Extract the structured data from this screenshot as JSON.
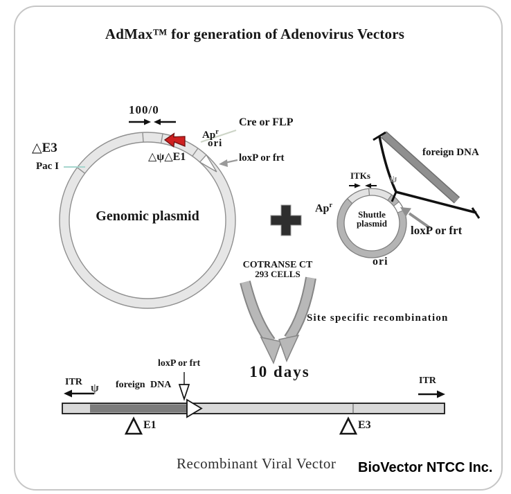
{
  "title": "AdMax™ for generation of Adenovirus Vectors",
  "genomic_plasmid": {
    "name": "Genomic plasmid",
    "map_position": "100/0",
    "recombinase_label": "Cre or FLP",
    "ap_base": "Ap",
    "ap_sup": "r",
    "ori": "ori",
    "deletions": "△ψ△E1",
    "loxp_label": "loxP or frt",
    "e3_deletion": "△E3",
    "restriction_site": "Pac I"
  },
  "shuttle_plasmid": {
    "name_line1": "Shuttle",
    "name_line2": "plasmid",
    "itks": "ITKs",
    "psi": "ψ",
    "ap_base": "Ap",
    "ap_sup": "r",
    "ori": "ori",
    "loxp_label": "loxP or frt",
    "foreign_dna_label": "foreign DNA"
  },
  "process": {
    "cotransfect_line1": "COTRANSE CT",
    "cotransfect_line2": "293 CELLS",
    "recombination": "Site specific recombination",
    "duration": "10 days"
  },
  "vector": {
    "itr_left": "ITR",
    "psi": "ψ",
    "foreign_dna_label": "foreign DNA",
    "loxp_label": "loxP or frt",
    "e1_label": "E1",
    "e3_label": "E3",
    "itr_right": "ITR",
    "caption": "Recombinant Viral Vector"
  },
  "branding": "BioVector NTCC Inc.",
  "icons": {
    "plus": "plus-icon",
    "red_insert": "recombinase-site-arrow",
    "delta_triangle": "deletion-triangle"
  },
  "colors": {
    "red_arrow": "#ce2020",
    "ring_light_gray": "#e6e6e6",
    "shuttle_ring_gray": "#b4b4b4",
    "dark_segment_gray": "#7c7c7c",
    "process_arrow_gray": "#b8b8b8",
    "teal_pointer": "#a5d5cd",
    "border_gray": "#c6c6c6"
  }
}
